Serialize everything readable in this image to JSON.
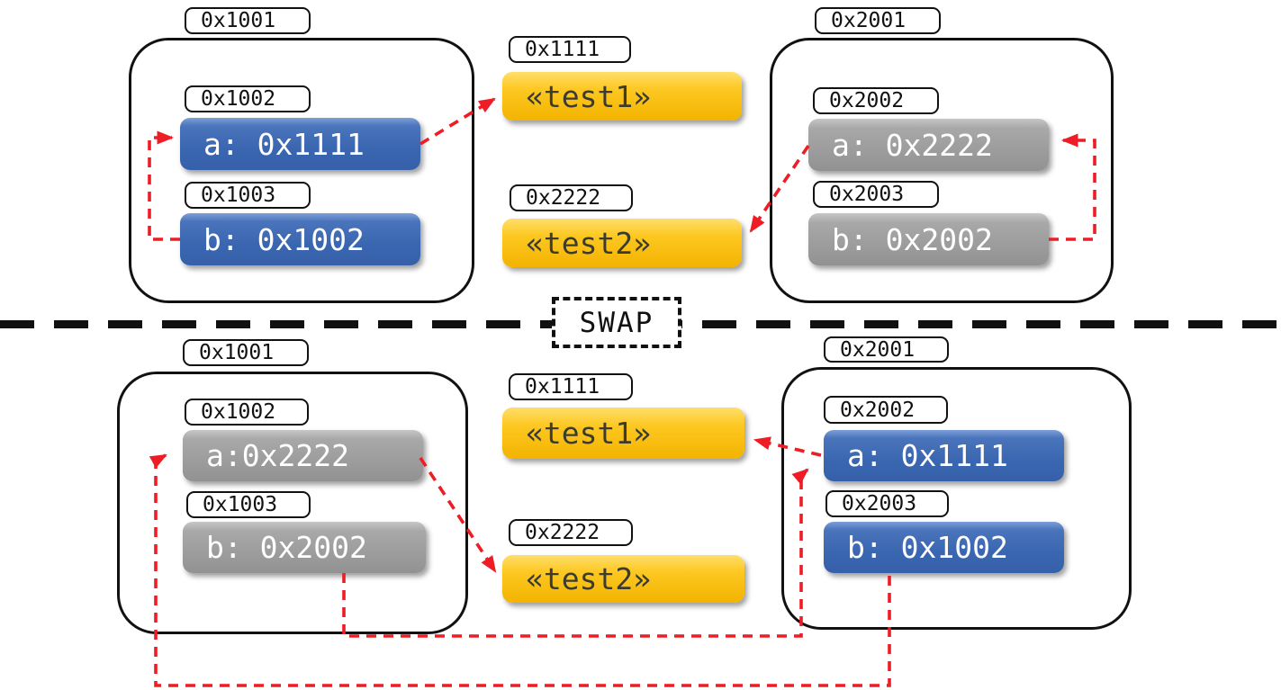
{
  "swap": {
    "label": "SWAP"
  },
  "colors": {
    "pointer_arrow_red": "#ee1c25",
    "frame_outline_black": "#111111",
    "var_box_blue": "#3a66b1",
    "var_box_gray": "#9a9a9a",
    "string_box_gold": "#fdc822"
  },
  "before": {
    "frames": [
      {
        "tab": "0x1001",
        "slots": [
          {
            "address": "0x1002",
            "value": "a: 0x1111"
          },
          {
            "address": "0x1003",
            "value": "b: 0x1002"
          }
        ]
      },
      {
        "tab": "0x2001",
        "slots": [
          {
            "address": "0x2002",
            "value": "a: 0x2222"
          },
          {
            "address": "0x2003",
            "value": "b: 0x2002"
          }
        ]
      }
    ],
    "strings": [
      {
        "address": "0x1111",
        "value": "«test1»"
      },
      {
        "address": "0x2222",
        "value": "«test2»"
      }
    ]
  },
  "after": {
    "frames": [
      {
        "tab": "0x1001",
        "slots": [
          {
            "address": "0x1002",
            "value": "a:0x2222"
          },
          {
            "address": "0x1003",
            "value": "b: 0x2002"
          }
        ]
      },
      {
        "tab": "0x2001",
        "slots": [
          {
            "address": "0x2002",
            "value": "a: 0x1111"
          },
          {
            "address": "0x2003",
            "value": "b: 0x1002"
          }
        ]
      }
    ],
    "strings": [
      {
        "address": "0x1111",
        "value": "«test1»"
      },
      {
        "address": "0x2222",
        "value": "«test2»"
      }
    ]
  }
}
